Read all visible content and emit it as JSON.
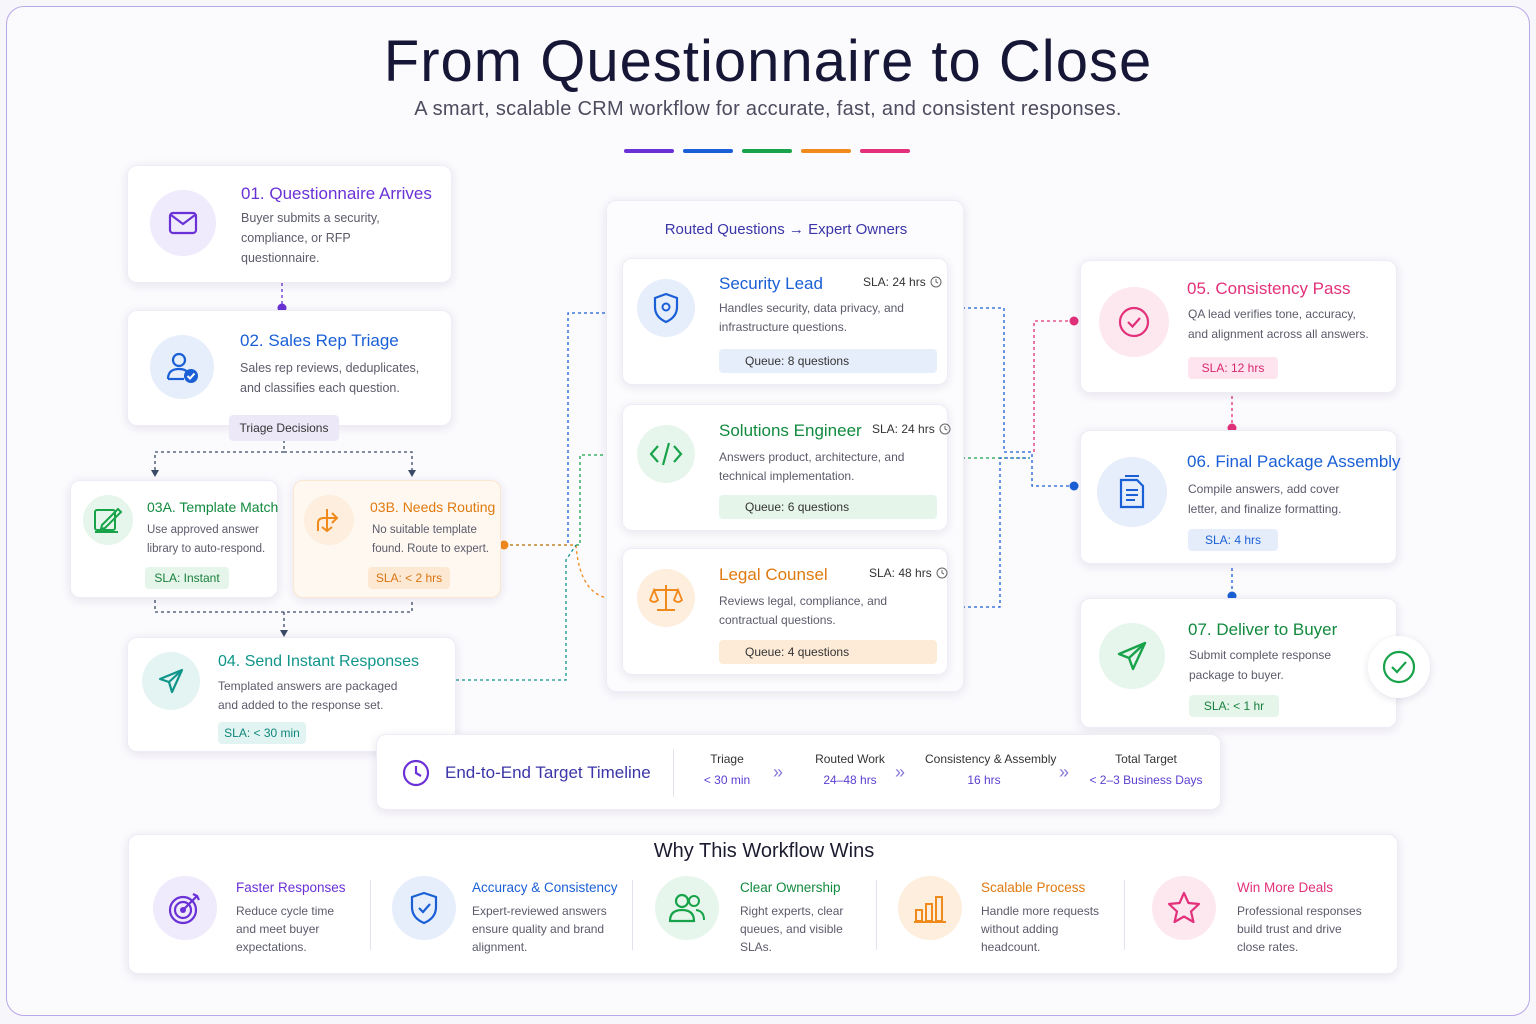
{
  "header": {
    "title": "From Questionnaire to Close",
    "subtitle": "A smart, scalable CRM workflow for accurate, fast, and consistent responses."
  },
  "colors": {
    "purple": "#6a32d6",
    "blue": "#1a5fd6",
    "green": "#18a34a",
    "orange": "#f08a1c",
    "pink": "#e2307a",
    "teal": "#10958a"
  },
  "steps": {
    "s01": {
      "title": "01. Questionnaire Arrives",
      "desc": "Buyer submits a security, compliance, or RFP questionnaire.",
      "icon": "envelope-icon"
    },
    "s02": {
      "title": "02. Sales Rep Triage",
      "desc": "Sales rep reviews, deduplicates, and classifies each question.",
      "icon": "user-check-icon",
      "decision": "Triage Decisions"
    },
    "s03a": {
      "title": "03A. Template Match",
      "desc": "Use approved answer library to auto-respond.",
      "sla": "SLA: Instant",
      "icon": "template-icon"
    },
    "s03b": {
      "title": "03B. Needs Routing",
      "desc": "No suitable template found. Route to expert.",
      "sla": "SLA: < 2 hrs",
      "icon": "route-icon"
    },
    "s04": {
      "title": "04. Send Instant Responses",
      "desc": "Templated answers are packaged and added to the response set.",
      "sla": "SLA: < 30 min",
      "icon": "send-icon"
    },
    "s05": {
      "title": "05. Consistency Pass",
      "desc": "QA lead verifies tone, accuracy, and alignment across all answers.",
      "sla": "SLA: 12 hrs",
      "icon": "check-circle-icon"
    },
    "s06": {
      "title": "06. Final Package Assembly",
      "desc": "Compile answers, add cover letter, and finalize formatting.",
      "sla": "SLA: 4 hrs",
      "icon": "document-icon"
    },
    "s07": {
      "title": "07. Deliver to Buyer",
      "desc": "Submit complete response package to buyer.",
      "sla": "SLA: < 1 hr",
      "icon": "send-icon"
    }
  },
  "routing": {
    "header": "Routed Questions → Expert Owners",
    "experts": [
      {
        "title": "Security Lead",
        "sla": "SLA: 24 hrs",
        "desc": "Handles security, data privacy, and infrastructure questions.",
        "queue": "Queue: 8 questions",
        "icon": "shield-icon"
      },
      {
        "title": "Solutions Engineer",
        "sla": "SLA: 24 hrs",
        "desc": "Answers product, architecture, and technical implementation.",
        "queue": "Queue: 6 questions",
        "icon": "code-icon"
      },
      {
        "title": "Legal Counsel",
        "sla": "SLA: 48 hrs",
        "desc": "Reviews legal, compliance, and contractual questions.",
        "queue": "Queue: 4 questions",
        "icon": "scales-icon"
      }
    ]
  },
  "timeline": {
    "title": "End-to-End Target Timeline",
    "stages": [
      {
        "label": "Triage",
        "value": "< 30 min"
      },
      {
        "label": "Routed Work",
        "value": "24–48 hrs"
      },
      {
        "label": "Consistency & Assembly",
        "value": "16 hrs"
      },
      {
        "label": "Total Target",
        "value": "< 2–3 Business Days"
      }
    ]
  },
  "wins": {
    "title": "Why This Workflow Wins",
    "items": [
      {
        "title": "Faster Responses",
        "desc": "Reduce cycle time and meet buyer expectations.",
        "icon": "target-icon"
      },
      {
        "title": "Accuracy & Consistency",
        "desc": "Expert-reviewed answers ensure quality and brand alignment.",
        "icon": "shield-check-icon"
      },
      {
        "title": "Clear Ownership",
        "desc": "Right experts, clear queues, and visible SLAs.",
        "icon": "users-icon"
      },
      {
        "title": "Scalable Process",
        "desc": "Handle more requests without adding headcount.",
        "icon": "bar-chart-icon"
      },
      {
        "title": "Win More Deals",
        "desc": "Professional responses build trust and drive close rates.",
        "icon": "star-icon"
      }
    ]
  }
}
